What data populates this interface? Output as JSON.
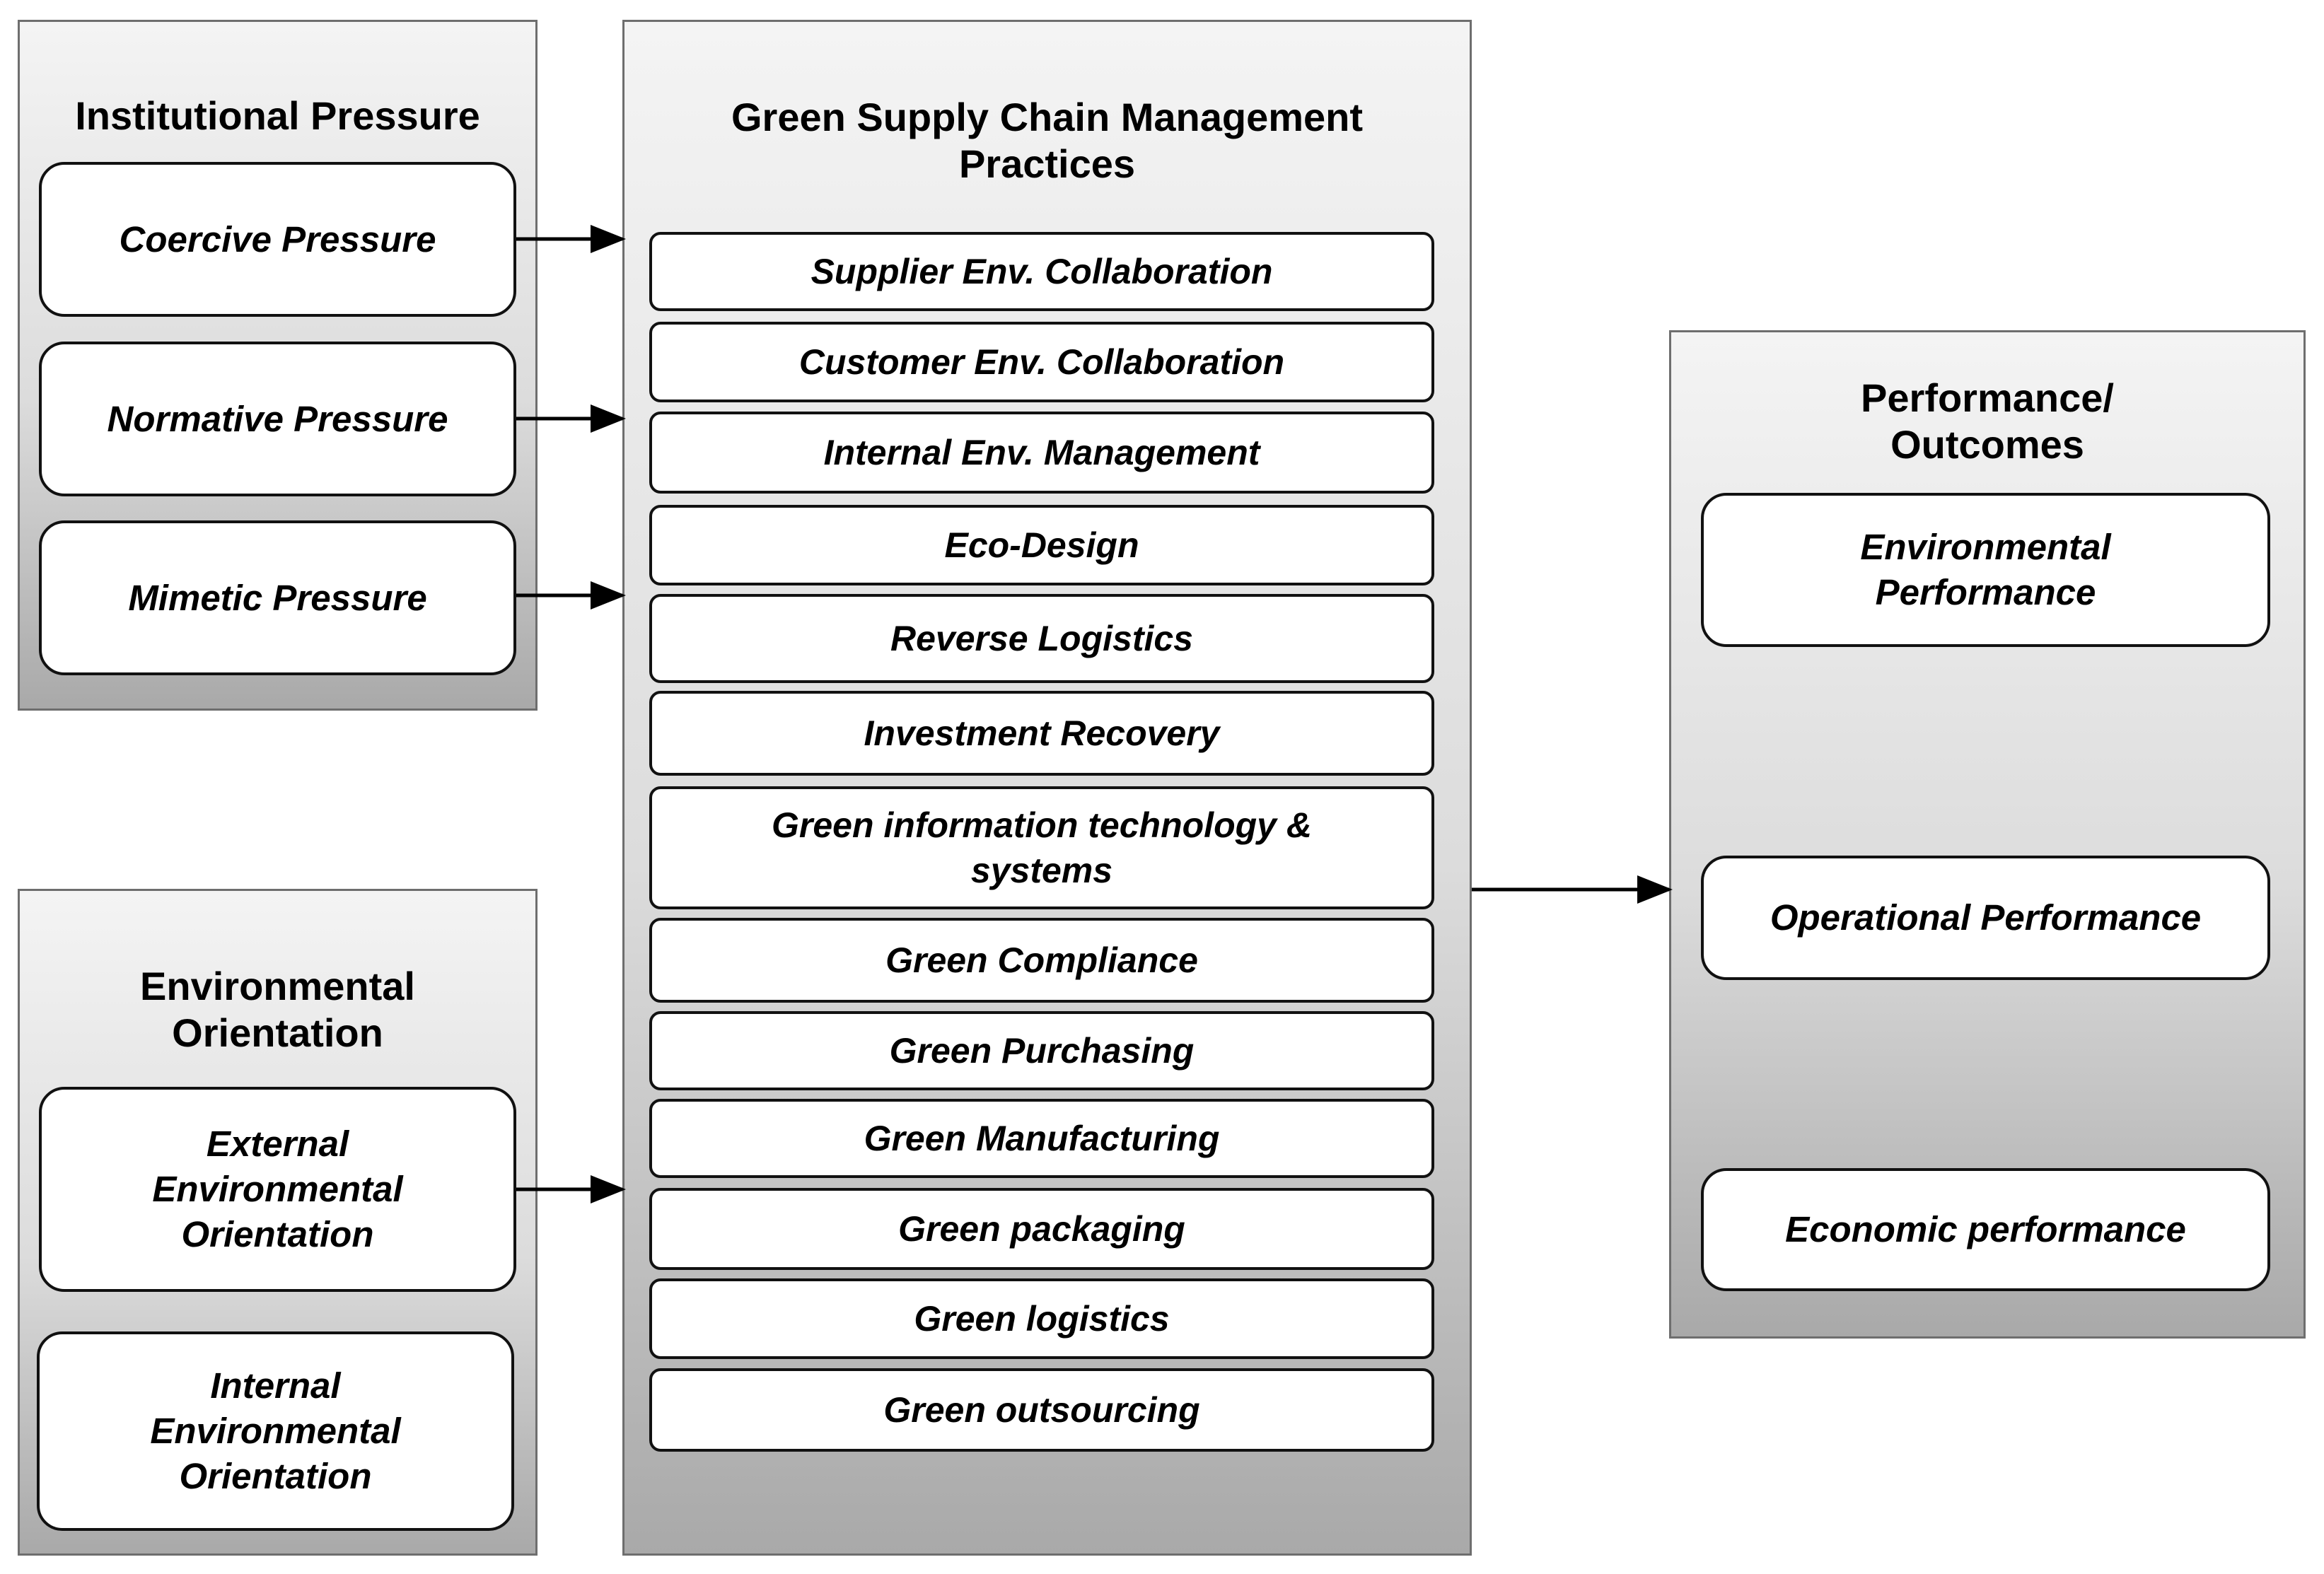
{
  "institutional": {
    "title": "Institutional Pressure",
    "items": [
      "Coercive Pressure",
      "Normative Pressure",
      "Mimetic Pressure"
    ]
  },
  "orientation": {
    "title": "Environmental\nOrientation",
    "items": [
      "External\nEnvironmental\nOrientation",
      "Internal\nEnvironmental\nOrientation"
    ]
  },
  "gscm": {
    "title": "Green Supply Chain Management\nPractices",
    "items": [
      "Supplier Env. Collaboration",
      "Customer Env. Collaboration",
      "Internal Env. Management",
      "Eco-Design",
      "Reverse Logistics",
      "Investment Recovery",
      "Green information technology &\nsystems",
      "Green Compliance",
      "Green Purchasing",
      "Green Manufacturing",
      "Green packaging",
      "Green logistics",
      "Green outsourcing"
    ]
  },
  "performance": {
    "title": "Performance/\nOutcomes",
    "items": [
      "Environmental\nPerformance",
      "Operational Performance",
      "Economic performance"
    ]
  }
}
